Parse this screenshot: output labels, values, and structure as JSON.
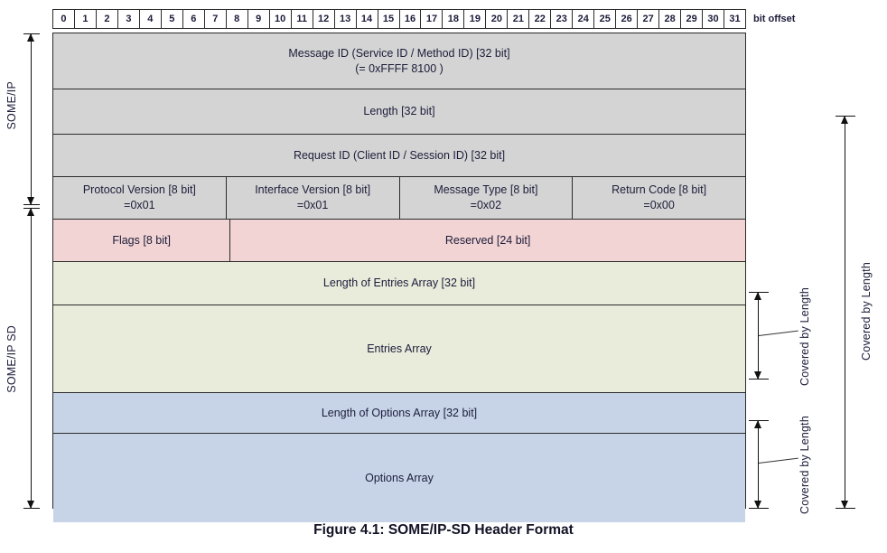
{
  "ruler": {
    "bits": [
      "0",
      "1",
      "2",
      "3",
      "4",
      "5",
      "6",
      "7",
      "8",
      "9",
      "10",
      "11",
      "12",
      "13",
      "14",
      "15",
      "16",
      "17",
      "18",
      "19",
      "20",
      "21",
      "22",
      "23",
      "24",
      "25",
      "26",
      "27",
      "28",
      "29",
      "30",
      "31"
    ],
    "offset_label": "bit offset"
  },
  "colors": {
    "someip_gray": "#d4d4d4",
    "flags_pink": "#f2d4d4",
    "entries_cream": "#e9ecdb",
    "options_blue": "#c7d4e8",
    "border": "#2b2b2b"
  },
  "left_brackets": [
    {
      "label": "SOME/IP"
    },
    {
      "label": "SOME/IP SD"
    }
  ],
  "right_brackets": [
    {
      "label": "Covered by Length",
      "target": "entries-array"
    },
    {
      "label": "Covered by Length",
      "target": "options-array"
    },
    {
      "label": "Covered by Length",
      "target": "whole-sd-payload"
    }
  ],
  "rows": [
    {
      "name": "message-id",
      "color": "gray",
      "cells": [
        {
          "line1": "Message ID (Service ID / Method ID) [32 bit]",
          "line2": "(= 0xFFFF 8100 )",
          "bits": 32
        }
      ]
    },
    {
      "name": "length",
      "color": "gray",
      "cells": [
        {
          "line1": "Length [32 bit]",
          "line2": "",
          "bits": 32
        }
      ]
    },
    {
      "name": "request-id",
      "color": "gray",
      "cells": [
        {
          "line1": "Request ID (Client ID / Session ID) [32 bit]",
          "line2": "",
          "bits": 32
        }
      ]
    },
    {
      "name": "version-type-return",
      "color": "gray",
      "cells": [
        {
          "line1": "Protocol Version [8 bit]",
          "line2": "=0x01",
          "bits": 8
        },
        {
          "line1": "Interface Version [8 bit]",
          "line2": "=0x01",
          "bits": 8
        },
        {
          "line1": "Message Type [8 bit]",
          "line2": "=0x02",
          "bits": 8
        },
        {
          "line1": "Return Code [8 bit]",
          "line2": "=0x00",
          "bits": 8
        }
      ]
    },
    {
      "name": "flags-reserved",
      "color": "pink",
      "cells": [
        {
          "line1": "Flags [8 bit]",
          "line2": "",
          "bits": 8
        },
        {
          "line1": "Reserved [24 bit]",
          "line2": "",
          "bits": 24
        }
      ]
    },
    {
      "name": "length-of-entries-array",
      "color": "cream",
      "cells": [
        {
          "line1": "Length of Entries Array [32 bit]",
          "line2": "",
          "bits": 32
        }
      ]
    },
    {
      "name": "entries-array",
      "color": "cream",
      "cells": [
        {
          "line1": "Entries Array",
          "line2": "",
          "bits": 32
        }
      ]
    },
    {
      "name": "length-of-options-array",
      "color": "blue",
      "cells": [
        {
          "line1": "Length of Options Array  [32 bit]",
          "line2": "",
          "bits": 32
        }
      ]
    },
    {
      "name": "options-array",
      "color": "blue",
      "cells": [
        {
          "line1": "Options Array",
          "line2": "",
          "bits": 32
        }
      ]
    }
  ],
  "caption": "Figure 4.1: SOME/IP-SD Header Format"
}
